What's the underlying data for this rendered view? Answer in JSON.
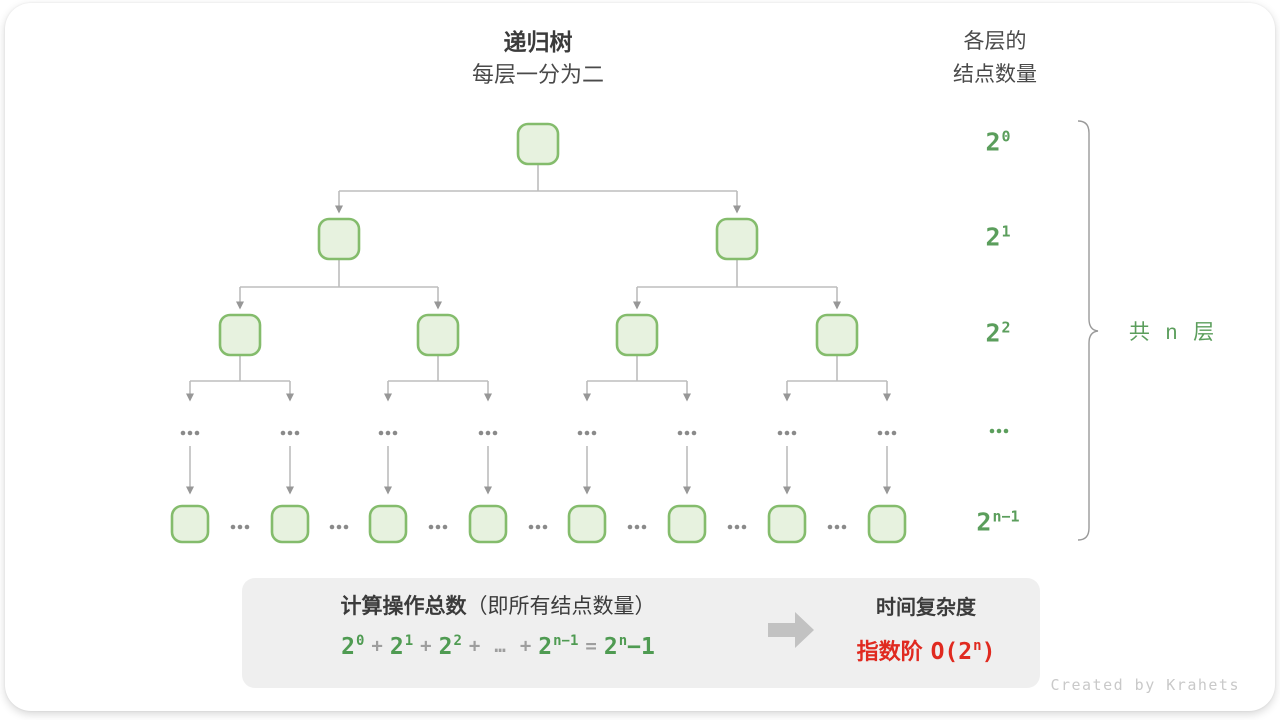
{
  "header": {
    "title": "递归树",
    "subtitle": "每层一分为二",
    "right_line1": "各层的",
    "right_line2": "结点数量"
  },
  "tree": {
    "ellipsis": "…"
  },
  "levels": [
    {
      "base": "2",
      "exp": "0"
    },
    {
      "base": "2",
      "exp": "1"
    },
    {
      "base": "2",
      "exp": "2"
    },
    {
      "ellipsis": "…"
    },
    {
      "base": "2",
      "exp": "n−1"
    }
  ],
  "brace": {
    "label": "共 n 层"
  },
  "summary": {
    "heading_bold": "计算操作总数",
    "heading_paren": "（即所有结点数量）",
    "formula": [
      {
        "base": "2",
        "exp": "0"
      },
      {
        "text": "+"
      },
      {
        "base": "2",
        "exp": "1"
      },
      {
        "text": "+"
      },
      {
        "base": "2",
        "exp": "2"
      },
      {
        "text": "+"
      },
      {
        "text": "…"
      },
      {
        "text": "+"
      },
      {
        "base": "2",
        "exp": "n−1"
      },
      {
        "text": "="
      },
      {
        "base": "2",
        "exp": "n"
      },
      {
        "tail": "−1"
      }
    ],
    "result_title": "时间复杂度",
    "result_label": "指数阶",
    "result_code": {
      "open": "O(2",
      "exp": "n",
      "close": ")"
    }
  },
  "credit": "Created by Krahets",
  "colors": {
    "node_fill": "#E7F2DF",
    "node_border": "#84BC6C",
    "line_gray": "#BDBDBD",
    "arrow_gray": "#979797",
    "dot_gray": "#8A8A8A",
    "green_text": "#5B9E5C",
    "formula_green": "#4F9B52",
    "red": "#E02A20",
    "box_bg": "#EFEFEF",
    "big_arrow": "#C2C2C2",
    "text_dark": "#3B3B3B",
    "credit_gray": "#C9C9C9"
  }
}
